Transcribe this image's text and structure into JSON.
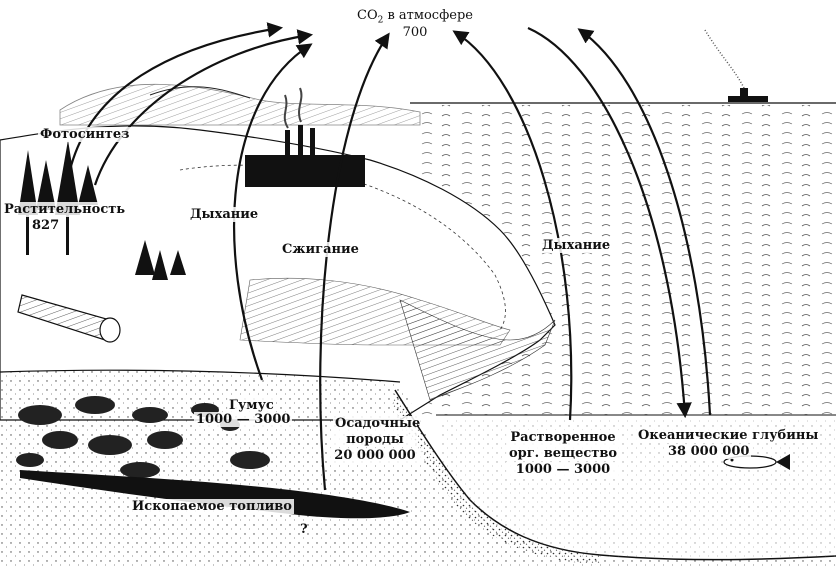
{
  "labels": {
    "atmosphere_co2": "CO",
    "atmosphere_sub": "2",
    "atmosphere_tail": " в атмосфере",
    "atmosphere_value": "700",
    "photosynthesis": "Фотосинтез",
    "vegetation": "Растительность",
    "vegetation_value": "827",
    "respiration_land": "Дыхание",
    "combustion": "Сжигание",
    "respiration_ocean": "Дыхание",
    "humus": "Гумус",
    "humus_value": "1000 — 3000",
    "sediments_line1": "Осадочные",
    "sediments_line2": "породы",
    "sediments_value": "20 000 000",
    "dissolved_line1": "Растворенное",
    "dissolved_line2": "орг. вещество",
    "dissolved_value": "1000 — 3000",
    "deep_ocean": "Океанические глубины",
    "deep_ocean_value": "38 000 000",
    "fossil_fuel": "Ископаемое топливо",
    "fossil_unknown": "?"
  },
  "colors": {
    "ink": "#111111",
    "paper": "#ffffff",
    "shade": "#555555"
  },
  "icons": [
    "factory-icon",
    "ship-icon",
    "fish-icon",
    "tree-icon",
    "log-icon",
    "arrow-icon"
  ]
}
